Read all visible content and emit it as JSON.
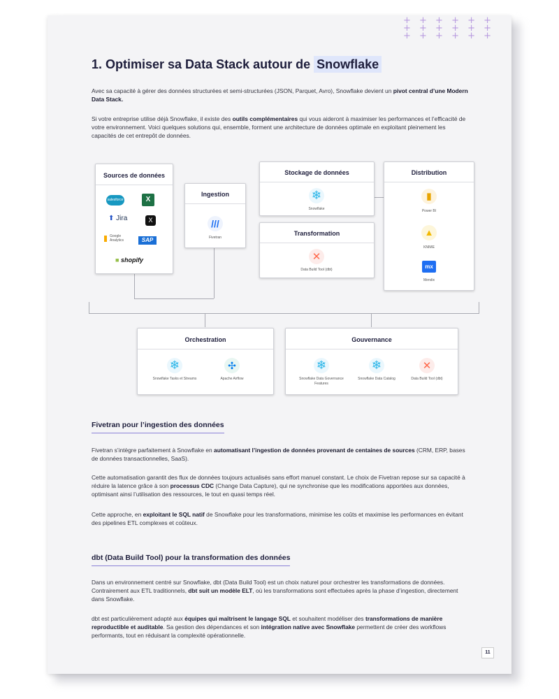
{
  "decoration": "+ + + + + +",
  "heading": {
    "prefix": "1. Optimiser sa Data Stack autour de ",
    "highlight": "Snowflake"
  },
  "intro": {
    "p1_a": "Avec sa capacité à gérer des données structurées et semi-structurées (JSON, Parquet, Avro), Snowflake devient un ",
    "p1_b": "pivot central d’une Modern Data Stack.",
    "p2_a": "Si votre entreprise utilise déjà Snowflake, il existe des ",
    "p2_b": "outils complémentaires",
    "p2_c": " qui vous aideront à maximiser les performances et l’efficacité de votre environnement. Voici quelques solutions qui, ensemble, forment une architecture de données optimale en exploitant pleinement les capacités de cet entrepôt de données."
  },
  "diagram": {
    "sources": {
      "title": "Sources de données",
      "logos": [
        "salesforce",
        "Jira",
        "Google Analytics",
        "SAP",
        "shopify"
      ],
      "x_logo": "X"
    },
    "ingestion": {
      "title": "Ingestion",
      "tool": "Fivetran"
    },
    "storage": {
      "title": "Stockage de données",
      "tool": "Snowflake"
    },
    "transformation": {
      "title": "Transformation",
      "tool": "Data Build Tool (dbt)"
    },
    "distribution": {
      "title": "Distribution",
      "tools": [
        "Power BI",
        "KNIME",
        "Mendix"
      ]
    },
    "orchestration": {
      "title": "Orchestration",
      "tools": [
        "Snowflake Tasks et Streams",
        "Apache Airflow"
      ]
    },
    "governance": {
      "title": "Gouvernance",
      "tools": [
        "Snowflake Data Governance Features",
        "Snowflake Data Catalog",
        "Data Build Tool (dbt)"
      ]
    }
  },
  "fivetran": {
    "title": "Fivetran pour l’ingestion des données",
    "p1_a": "Fivetran s’intègre parfaitement à Snowflake en ",
    "p1_b": "automatisant l’ingestion de données provenant de centaines de sources",
    "p1_c": " (CRM, ERP, bases de données transactionnelles, SaaS).",
    "p2_a": "Cette automatisation garantit des flux de données toujours actualisés sans effort manuel constant. Le choix de Fivetran repose sur sa capacité à réduire la latence grâce à son ",
    "p2_b": "processus CDC",
    "p2_c": " (Change Data Capture), qui ne synchronise que les modifications apportées aux données, optimisant ainsi l’utilisation des ressources, le tout en quasi temps réel.",
    "p3_a": "Cette approche, en ",
    "p3_b": "exploitant le SQL natif",
    "p3_c": " de Snowflake pour les transformations, minimise les coûts et maximise les performances en évitant des pipelines ETL complexes et coûteux."
  },
  "dbt": {
    "title": "dbt (Data Build Tool) pour la transformation des données",
    "p1_a": "Dans un environnement centré sur Snowflake, dbt (Data Build Tool) est un choix naturel pour orchestrer les transformations de données. Contrairement aux ETL traditionnels, ",
    "p1_b": "dbt suit un modèle ELT",
    "p1_c": ",  où les transformations sont effectuées après la phase d’ingestion, directement dans Snowflake.",
    "p2_a": "dbt est particulièrement adapté aux ",
    "p2_b": "équipes qui maîtrisent le langage SQL",
    "p2_c": " et souhaitent modéliser des ",
    "p2_d": "transformations de manière reproductible et auditable",
    "p2_e": ". Sa gestion des dépendances et son ",
    "p2_f": "intégration native avec Snowflake",
    "p2_g": " permettent de créer des workflows performants, tout en réduisant la complexité opérationnelle."
  },
  "page_number": "11"
}
